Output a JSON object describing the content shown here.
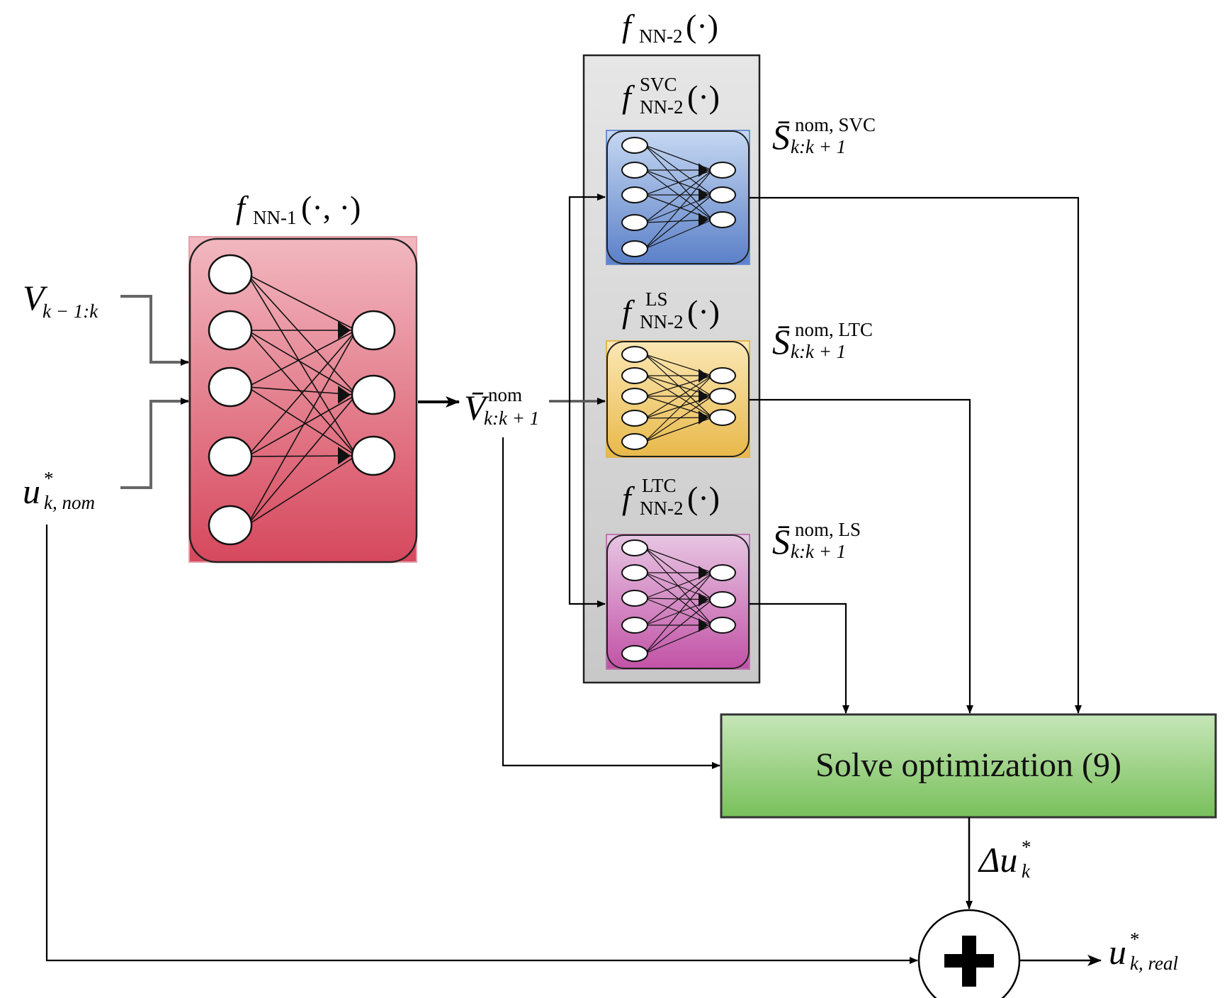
{
  "labels": {
    "v_input": {
      "base": "V",
      "sub": "k − 1:k"
    },
    "u_input": {
      "base": "u",
      "sup": "*",
      "sub": "k, nom"
    },
    "nn1_title": {
      "base": "f",
      "sub": "NN-1",
      "args": "(·, ·)"
    },
    "nn2_title": {
      "base": "f",
      "sub": "NN-2",
      "args": "(·)"
    },
    "svc_title": {
      "base": "f",
      "sup": "SVC",
      "sub": "NN-2",
      "args": "(·)"
    },
    "ls_title": {
      "base": "f",
      "sup": "LS",
      "sub": "NN-2",
      "args": "(·)"
    },
    "ltc_title": {
      "base": "f",
      "sup": "LTC",
      "sub": "NN-2",
      "args": "(·)"
    },
    "v_nom": {
      "base": "V̄",
      "sup": "nom",
      "sub": "k:k + 1"
    },
    "s_svc": {
      "base": "S̄",
      "sup": "nom, SVC",
      "sub": "k:k + 1"
    },
    "s_ltc": {
      "base": "S̄",
      "sup": "nom, LTC",
      "sub": "k:k + 1"
    },
    "s_ls": {
      "base": "S̄",
      "sup": "nom, LS",
      "sub": "k:k + 1"
    },
    "delta_u": {
      "base": "Δu",
      "sup": "*",
      "sub": "k"
    },
    "u_real": {
      "base": "u",
      "sup": "*",
      "sub": "k, real"
    }
  },
  "solve_box": {
    "label": "Solve optimization (9)"
  },
  "colors": {
    "nn1_top": "#f2b8c0",
    "nn1_bottom": "#d6485d",
    "nn2_panel": "#d9d9d9",
    "svc_top": "#c6d8f2",
    "svc_bottom": "#5b80c8",
    "ls_top": "#fbe7b5",
    "ls_bottom": "#e8b94a",
    "ltc_top": "#e7c6e3",
    "ltc_bottom": "#c252a6",
    "solve_top": "#c6e6b8",
    "solve_bottom": "#78c05a"
  }
}
